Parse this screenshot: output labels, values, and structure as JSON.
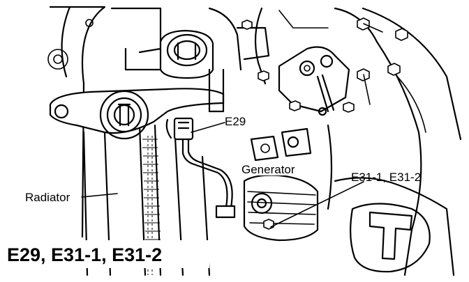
{
  "labels": {
    "e29": "E29",
    "generator": "Generator",
    "e31": "E31-1, E31-2",
    "radiator": "Radiator"
  },
  "caption": "E29, E31-1, E31-2"
}
